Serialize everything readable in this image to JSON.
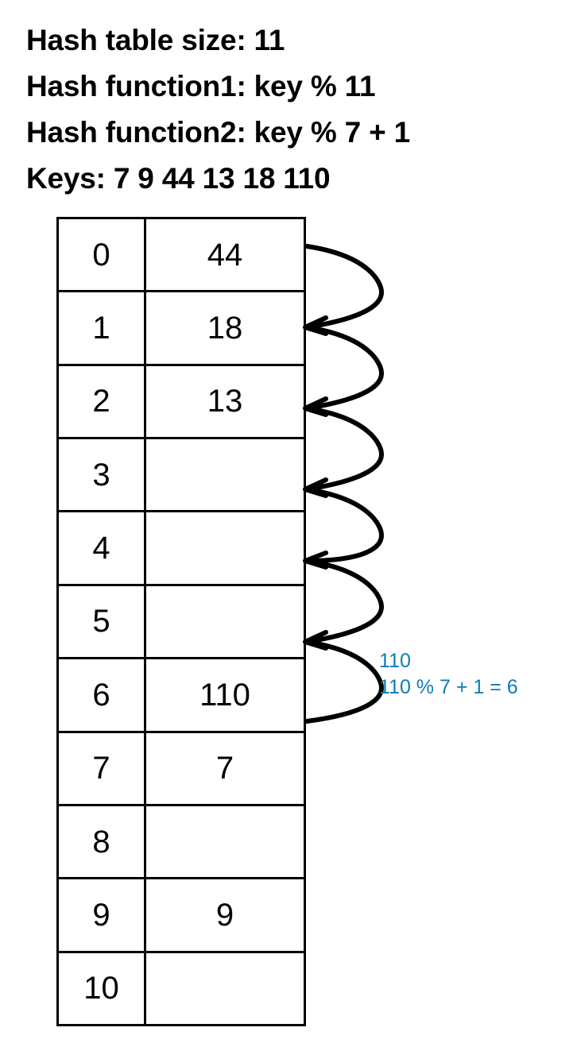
{
  "header": {
    "lines": [
      "Hash table size: 11",
      "Hash function1: key % 11",
      "Hash function2: key % 7 + 1",
      "Keys: 7 9 44 13 18 110"
    ],
    "table_size": 11,
    "hash_function_1": "key % 11",
    "hash_function_2": "key % 7 + 1",
    "keys": [
      7,
      9,
      44,
      13,
      18,
      110
    ]
  },
  "table": {
    "rows": [
      {
        "index": "0",
        "value": "44"
      },
      {
        "index": "1",
        "value": "18"
      },
      {
        "index": "2",
        "value": "13"
      },
      {
        "index": "3",
        "value": ""
      },
      {
        "index": "4",
        "value": ""
      },
      {
        "index": "5",
        "value": ""
      },
      {
        "index": "6",
        "value": "110"
      },
      {
        "index": "7",
        "value": "7"
      },
      {
        "index": "8",
        "value": ""
      },
      {
        "index": "9",
        "value": "9"
      },
      {
        "index": "10",
        "value": ""
      }
    ]
  },
  "annotation": {
    "key": "110",
    "computation": "110 % 7 + 1 = 6",
    "color": "#0f7ab9",
    "probe_sequence": [
      0,
      1,
      2,
      3,
      4,
      5,
      6
    ],
    "probe_step": 6
  },
  "colors": {
    "text": "#000000",
    "border": "#000000",
    "background": "#ffffff",
    "annotation_blue": "#0f7ab9"
  }
}
